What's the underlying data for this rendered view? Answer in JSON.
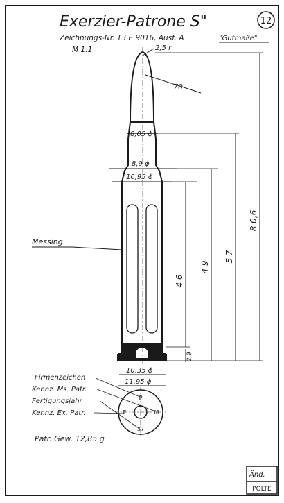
{
  "title": "Exerzier-Patrone S\"",
  "sheet_number": "12",
  "drawing_number_line": "Zeichnungs-Nr. 13 E 9016, Ausf. A",
  "dimension_standard": "\"Gutmaße\"",
  "scale": "M 1:1",
  "tip_radius": "2,5 r",
  "ogive_radius": "70",
  "neck_diameter": "8,05 ϕ",
  "shoulder_diameter": "8,9 ϕ",
  "body_diameter": "10,95 ϕ",
  "length_46": "4 6",
  "length_49": "4 9",
  "length_57": "5 7",
  "overall_length": "8 0,6",
  "rim_thickness": "2,9",
  "base_diameter_inner": "10,35 ϕ",
  "base_diameter_outer": "11,95 ϕ",
  "material_label": "Messing",
  "base_labels": {
    "maker_mark": "Firmenzeichen",
    "ms_patr": "Kennz. Ms. Patr.",
    "year": "Fertigungsjahr",
    "ex_patr": "Kennz. Ex. Patr."
  },
  "base_marks": {
    "p": "P",
    "e": "E",
    "m": "M",
    "year": "37"
  },
  "weight": "Patr. Gew. 12,85 g",
  "revision_box": {
    "label": "Änd.",
    "maker": "POLTE"
  },
  "colors": {
    "ink": "#1a1a1a",
    "paper": "#ffffff"
  }
}
